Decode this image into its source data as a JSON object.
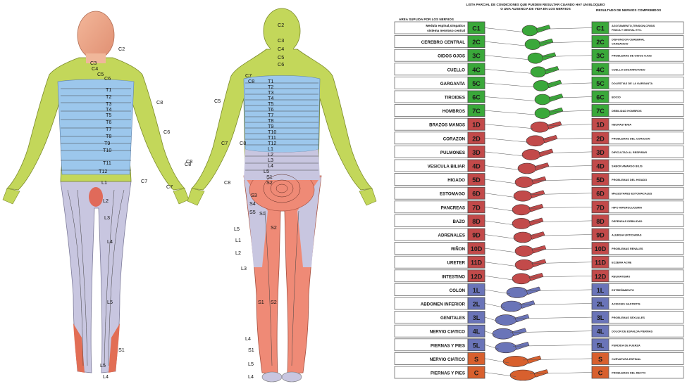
{
  "dermatome_labels": {
    "front": [
      "C2",
      "C3",
      "C4",
      "C5",
      "C6",
      "T1",
      "T2",
      "T3",
      "T4",
      "T5",
      "T6",
      "T7",
      "T8",
      "T9",
      "T10",
      "T11",
      "T12",
      "C8",
      "C6",
      "C8",
      "C7",
      "L1",
      "L2",
      "L3",
      "L4",
      "L5",
      "S1",
      "L5",
      "L4"
    ],
    "back": [
      "C2",
      "C3",
      "C4",
      "C5",
      "C6",
      "C7",
      "C8",
      "C5",
      "C7",
      "C8",
      "C8",
      "C7",
      "C8",
      "T1",
      "T2",
      "T3",
      "T4",
      "T5",
      "T6",
      "T7",
      "T8",
      "T9",
      "T10",
      "T11",
      "T12",
      "L1",
      "L2",
      "L3",
      "L4",
      "L5",
      "S1",
      "S2",
      "S3",
      "S4",
      "S5",
      "L5",
      "L1",
      "L2",
      "L3",
      "S1",
      "S2",
      "S1",
      "S2",
      "L4",
      "S1",
      "L5",
      "L4"
    ]
  },
  "chart": {
    "header_center": "LISTA PARCIAL DE CONDICIONES QUE PUEDEN RESULTAR CUANDO HAY UN BLOQUEO O UNA AUSENCIA DE VIDA EN LOS NERVIOS",
    "header_left": "AREA SUPLIDA POR LOS NERVIOS",
    "header_right": "RESULTADO DE NERVIOS COMPRIMIDOS",
    "colors": {
      "cervical": "#3aa83a",
      "thoracic": "#c24a4a",
      "lumbar": "#6a74b8",
      "sacral": "#d8602e"
    },
    "rows": [
      {
        "organ": "Medula espinal,simpatico",
        "organ2": "sistema nervioso central",
        "code": "C1",
        "group": "cervical",
        "result": "AGOTAMIENTO,TENSION,CRISIS",
        "result2": "FISICA Y MENTAL ETC."
      },
      {
        "organ": "CEREBRO CENTRAL",
        "code": "2C",
        "group": "cervical",
        "result": "DISFUNCION CEREBRAL",
        "result2": "CANSANCIO"
      },
      {
        "organ": "OIDOS OJOS",
        "code": "3C",
        "group": "cervical",
        "result": "PROBLEMAS DE OIDOS OJOS"
      },
      {
        "organ": "CUELLO",
        "code": "4C",
        "group": "cervical",
        "result": "CUELLO ENGARROTADO"
      },
      {
        "organ": "GARGANTA",
        "code": "5C",
        "group": "cervical",
        "result": "DOLESTIAS DE LA GARGANTA"
      },
      {
        "organ": "TIROIDES",
        "code": "6C",
        "group": "cervical",
        "result": "BOCIO"
      },
      {
        "organ": "HOMBROS",
        "code": "7C",
        "group": "cervical",
        "result": "DEBILIDAD HOMBROS"
      },
      {
        "organ": "BRAZOS MANOS",
        "code": "1D",
        "group": "thoracic",
        "result": "NEURASTENIA"
      },
      {
        "organ": "CORAZON",
        "code": "2D",
        "group": "thoracic",
        "result": "PROBLEMAS DEL CORAZON"
      },
      {
        "organ": "PULMONES",
        "code": "3D",
        "group": "thoracic",
        "result": "DIFICULTAD AL RESPIRAR"
      },
      {
        "organ": "VESICULA BILIAR",
        "code": "4D",
        "group": "thoracic",
        "result": "SABOR AMARGO BILIS"
      },
      {
        "organ": "HIGADO",
        "code": "5D",
        "group": "thoracic",
        "result": "PROBLEMAS DEL HIGADO"
      },
      {
        "organ": "ESTOMAGO",
        "code": "6D",
        "group": "thoracic",
        "result": "MALESTARES ESTOMACALES"
      },
      {
        "organ": "PANCREAS",
        "code": "7D",
        "group": "thoracic",
        "result": "HIPO HIPERGLUCEMIA"
      },
      {
        "organ": "BAZO",
        "code": "8D",
        "group": "thoracic",
        "result": "DEFENSAS DEBILIDAD"
      },
      {
        "organ": "ADRENALES",
        "code": "9D",
        "group": "thoracic",
        "result": "ALERGIA URTICARIAS"
      },
      {
        "organ": "RIÑON",
        "code": "10D",
        "group": "thoracic",
        "result": "PROBLEMAS RENALES"
      },
      {
        "organ": "URETER",
        "code": "11D",
        "group": "thoracic",
        "result": "ECZEMA ACNE"
      },
      {
        "organ": "INTESTINO",
        "code": "12D",
        "group": "thoracic",
        "result": "REUMATISMO"
      },
      {
        "organ": "COLON",
        "code": "1L",
        "group": "lumbar",
        "result": "ESTREÑIMIENTO"
      },
      {
        "organ": "ABDOMEN INFERIOR",
        "code": "2L",
        "group": "lumbar",
        "result": "ACIDOSIS GASTRITIS"
      },
      {
        "organ": "GENITALES",
        "code": "3L",
        "group": "lumbar",
        "result": "PROBLEMAS SEXUALES"
      },
      {
        "organ": "NERVIO CIATICO",
        "code": "4L",
        "group": "lumbar",
        "result": "DOLOR DE ESPALDA PIERNAS"
      },
      {
        "organ": "PIERNAS Y PIES",
        "code": "5L",
        "group": "lumbar",
        "result": "PERDIDA DE FUERZA"
      },
      {
        "organ": "NERVIO CIATICO",
        "code": "S",
        "group": "sacral",
        "result": "CURVATURA ESPINAL"
      },
      {
        "organ": "PIERNAS Y PIES",
        "code": "C",
        "group": "sacral",
        "result": "PROBLEMAS DEL RECTO"
      }
    ]
  }
}
